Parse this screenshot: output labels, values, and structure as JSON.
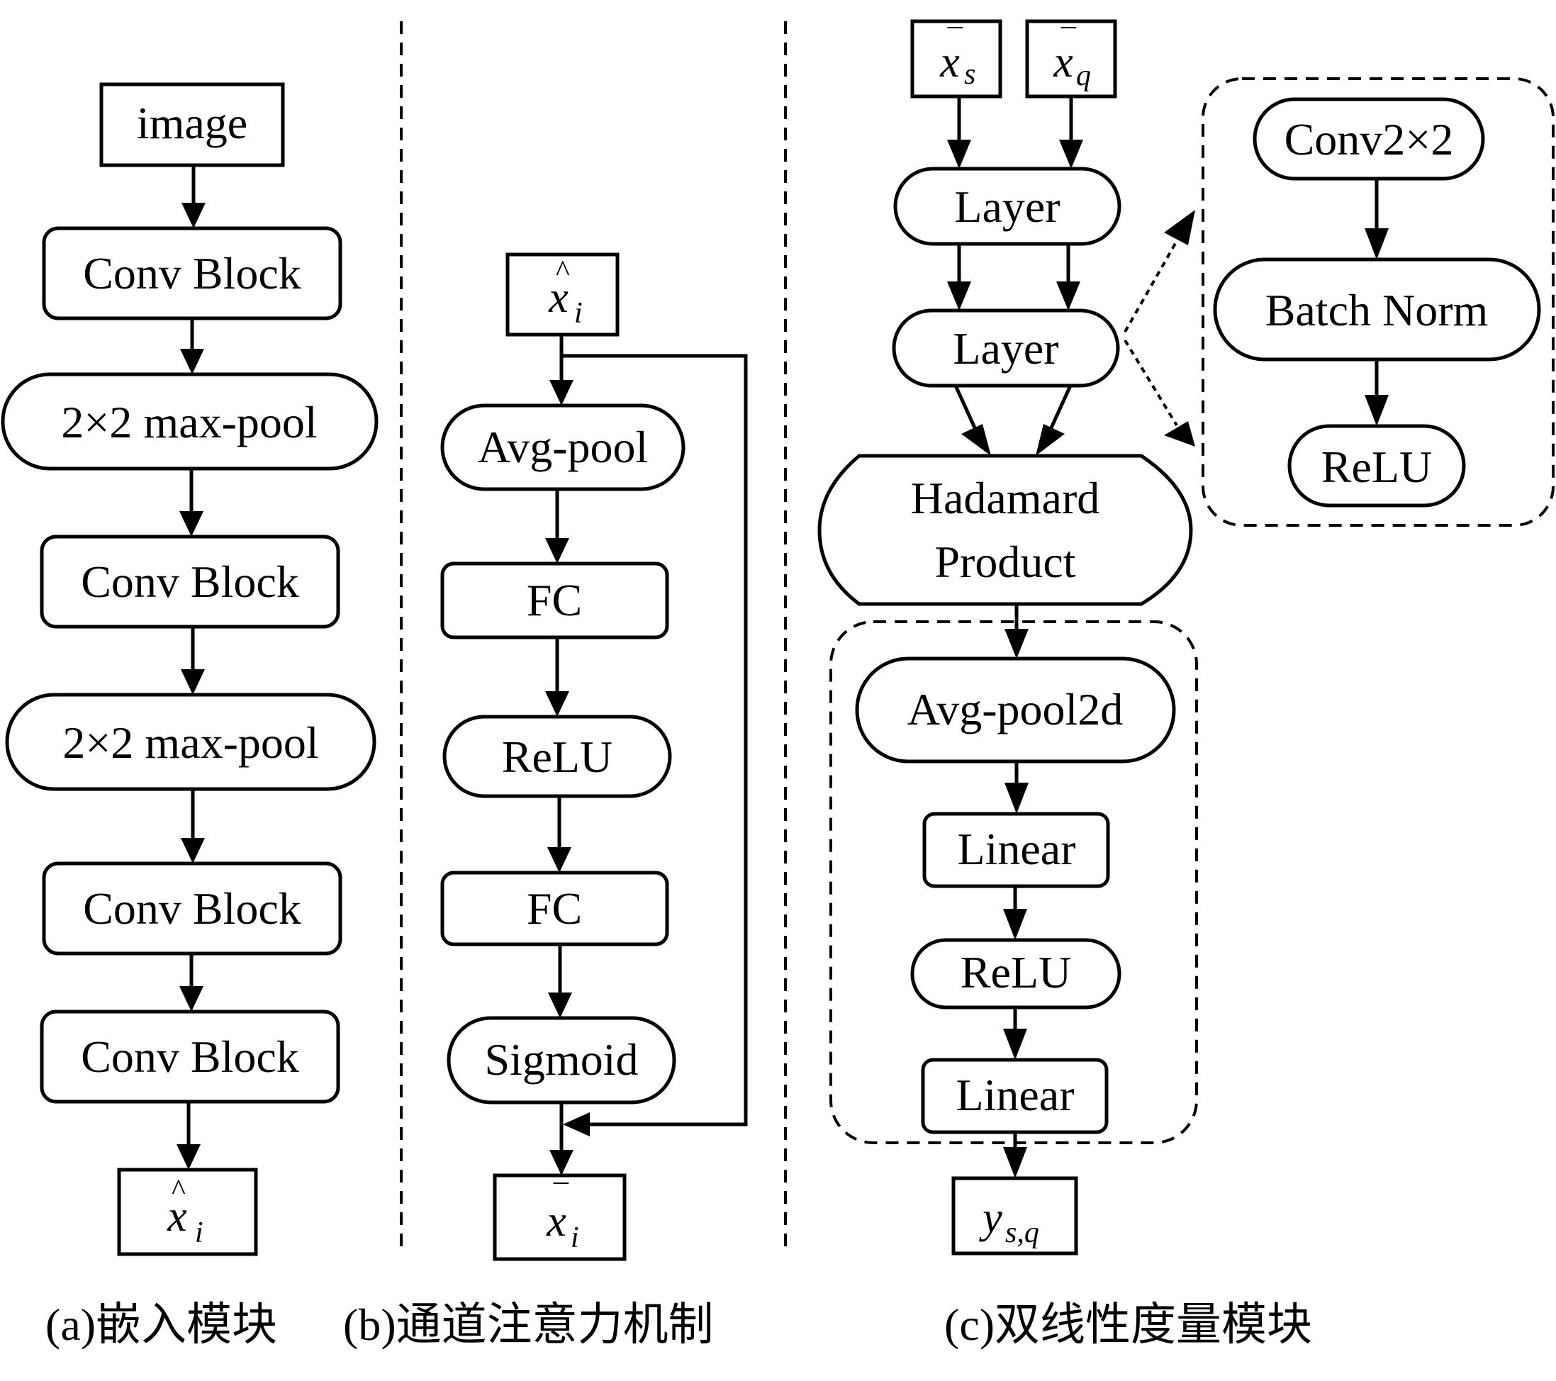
{
  "panel_a": {
    "input": "image",
    "nodes": [
      "Conv Block",
      "2×2 max-pool",
      "Conv Block",
      "2×2 max-pool",
      "Conv Block",
      "Conv Block"
    ],
    "output": {
      "base": "x",
      "accent": "^",
      "subscript": "i"
    },
    "caption": "(a)嵌入模块"
  },
  "panel_b": {
    "input": {
      "base": "x",
      "accent": "^",
      "subscript": "i"
    },
    "nodes": [
      "Avg-pool",
      "FC",
      "ReLU",
      "FC",
      "Sigmoid"
    ],
    "output": {
      "base": "x",
      "accent": "¯",
      "subscript": "i"
    },
    "caption": "(b)通道注意力机制"
  },
  "panel_c": {
    "inputs": [
      {
        "base": "x",
        "accent": "¯",
        "subscript": "s"
      },
      {
        "base": "x",
        "accent": "¯",
        "subscript": "q"
      }
    ],
    "layers": [
      "Layer",
      "Layer"
    ],
    "hadamard": [
      "Hadamard",
      "Product"
    ],
    "layer_detail": [
      "Conv2×2",
      "Batch Norm",
      "ReLU"
    ],
    "head": [
      "Avg-pool2d",
      "Linear",
      "ReLU",
      "Linear"
    ],
    "output": {
      "base": "y",
      "subscript": "s,q"
    },
    "caption": "(c)双线性度量模块"
  }
}
